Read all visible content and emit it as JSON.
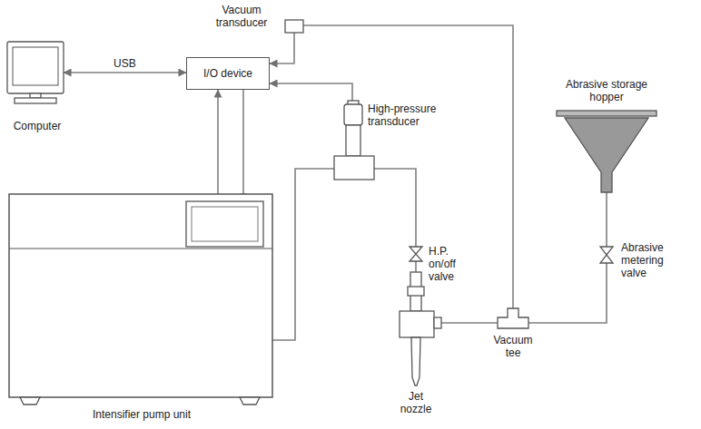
{
  "diagram": {
    "nodes": [
      {
        "text": [
          "Vacuum transducer"
        ]
      },
      {
        "text": [
          "Computer"
        ]
      },
      {
        "text": [
          "I/O device"
        ]
      },
      {
        "text": [
          "High-pressure transducer"
        ]
      },
      {
        "text": [
          "Abrasive storage hopper"
        ]
      },
      {
        "text": [
          "H.P. on/off valve"
        ]
      },
      {
        "text": [
          "Abrasive metering valve"
        ]
      },
      {
        "text": [
          "Intensifier pump unit"
        ]
      },
      {
        "text": [
          "Vacuum tee"
        ]
      },
      {
        "text": [
          "Jet nozzle"
        ]
      }
    ],
    "edges": [
      {
        "from": 1,
        "to": 2,
        "arrow": "both",
        "label": "USB"
      },
      {
        "from": 0,
        "to": 2,
        "arrow": "to"
      },
      {
        "from": 3,
        "to": 2,
        "arrow": "to"
      },
      {
        "from": 2,
        "to": 7,
        "arrow": "to"
      },
      {
        "from": 7,
        "to": 2,
        "arrow": "to"
      },
      {
        "from": 7,
        "to": 3,
        "arrow": "none"
      },
      {
        "from": 3,
        "to": 5,
        "arrow": "none"
      },
      {
        "from": 5,
        "to": 9,
        "arrow": "none"
      },
      {
        "from": 9,
        "to": 8,
        "arrow": "none"
      },
      {
        "from": 8,
        "to": 0,
        "arrow": "none"
      },
      {
        "from": 8,
        "to": 6,
        "arrow": "none"
      },
      {
        "from": 6,
        "to": 4,
        "arrow": "none"
      }
    ]
  }
}
